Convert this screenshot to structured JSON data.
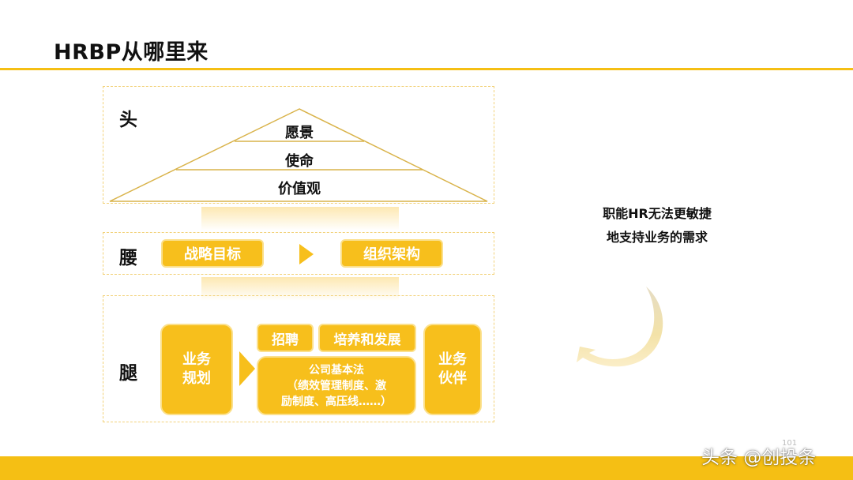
{
  "title": "HRBP从哪里来",
  "head": {
    "label": "头",
    "pyramid": [
      "愿景",
      "使命",
      "价值观"
    ]
  },
  "waist": {
    "label": "腰",
    "left_box": "战略目标",
    "right_box": "组织架构"
  },
  "leg": {
    "label": "腿",
    "left_box": "业务\n规划",
    "top_boxes": [
      "招聘",
      "培养和发展"
    ],
    "middle_box": "公司基本法\n（绩效管理制度、激\n励制度、高压线……）",
    "right_box": "业务\n伙伴"
  },
  "side_note": "职能HR无法更敏捷\n地支持业务的需求",
  "page_number": "101",
  "watermark": "头条 @创投条",
  "colors": {
    "accent": "#f5bf14",
    "box_fill": "#f7bf1c",
    "box_border": "#fbe08c",
    "pyramid_line": "#d9b34a"
  }
}
